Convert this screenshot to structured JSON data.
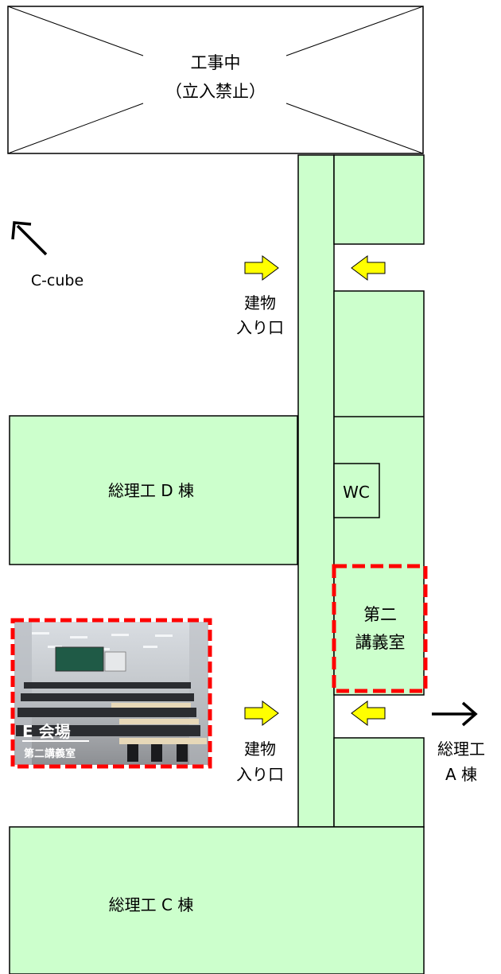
{
  "colors": {
    "building_fill": "#ccffcc",
    "outline": "#000000",
    "highlight_dash": "#ff0000",
    "entrance_arrow": "#ffff00"
  },
  "construction": {
    "line1": "工事中",
    "line2": "（立入禁止）"
  },
  "cube": {
    "label": "C-cube",
    "arrow_icon": "arrow-up-left-icon"
  },
  "entrance_upper": {
    "line1": "建物",
    "line2": "入り口"
  },
  "entrance_lower": {
    "line1": "建物",
    "line2": "入り口"
  },
  "building_d": {
    "label": "総理工 D 棟"
  },
  "building_c": {
    "label": "総理工 C 棟"
  },
  "building_a": {
    "line1": "総理工",
    "line2": "A 棟",
    "arrow_icon": "arrow-right-icon"
  },
  "wc": {
    "label": "WC"
  },
  "room": {
    "line1": "第二",
    "line2": "講義室"
  },
  "photo": {
    "title": "E 会場",
    "subtitle": "第二講義室"
  }
}
